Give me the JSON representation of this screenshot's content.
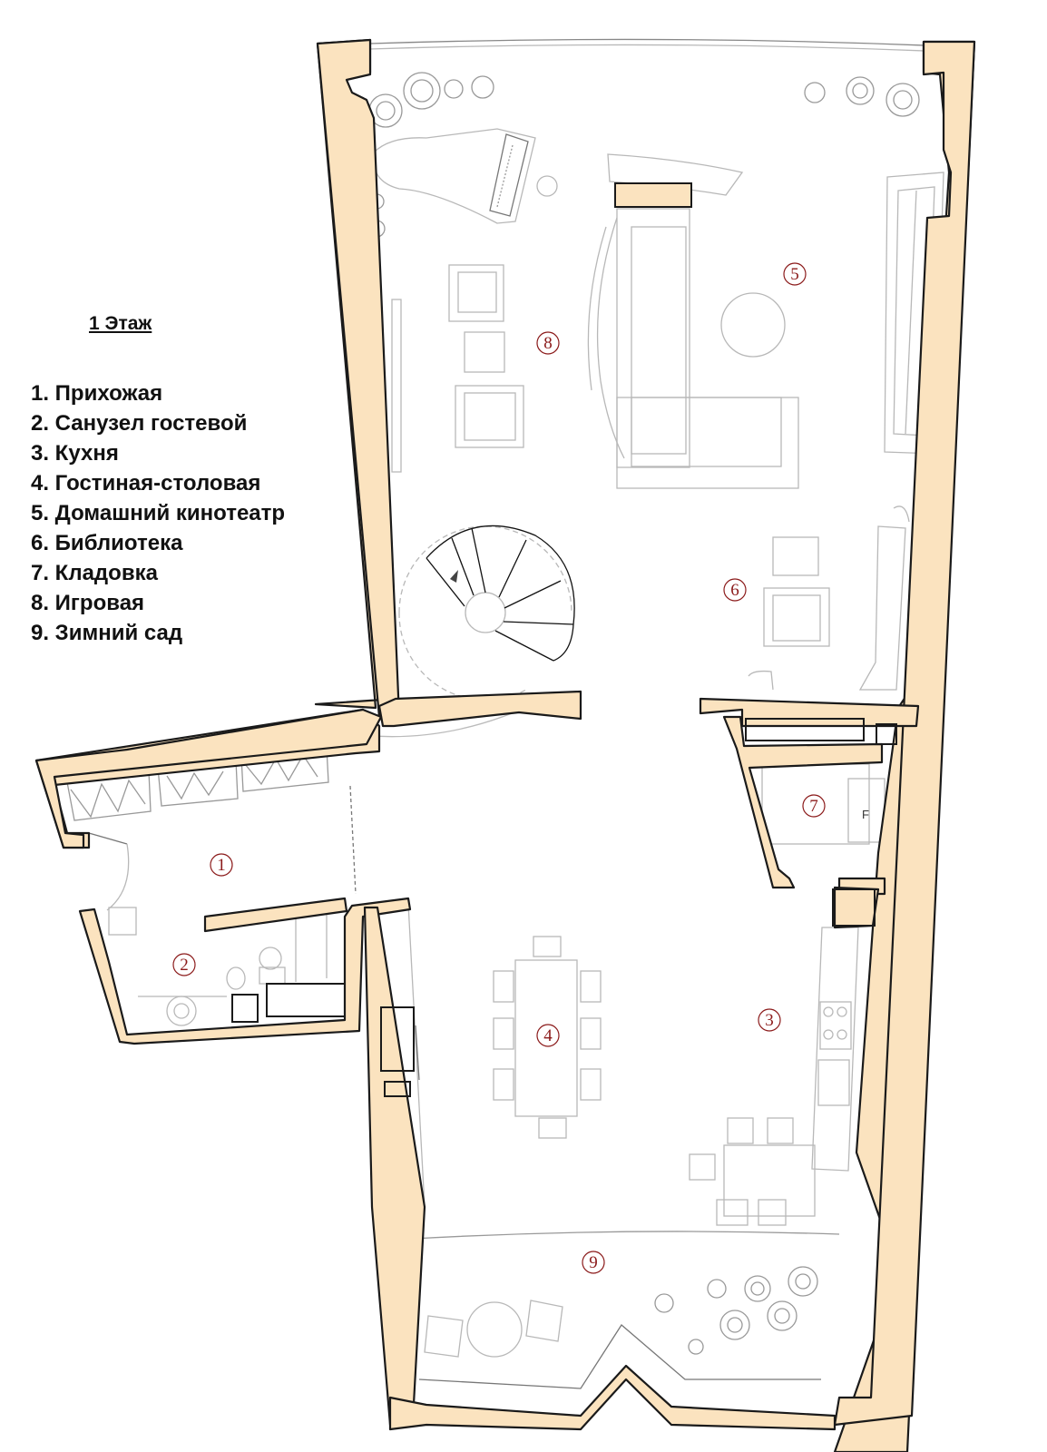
{
  "legend": {
    "title": "1 Этаж",
    "items": [
      "1. Прихожая",
      "2. Санузел гостевой",
      "3. Кухня",
      "4. Гостиная-столовая",
      "5. Домашний кинотеатр",
      "6. Библиотека",
      "7. Кладовка",
      "8. Игровая",
      "9. Зимний сад"
    ]
  },
  "rooms": [
    "1",
    "2",
    "3",
    "4",
    "5",
    "6",
    "7",
    "8",
    "9"
  ],
  "fridge_label": "F",
  "colors": {
    "wall_fill": "#fbe3bf",
    "wall_stroke": "#1a1a1a",
    "furniture_stroke": "#b8b8b8",
    "room_label": "#8b1a1a"
  }
}
